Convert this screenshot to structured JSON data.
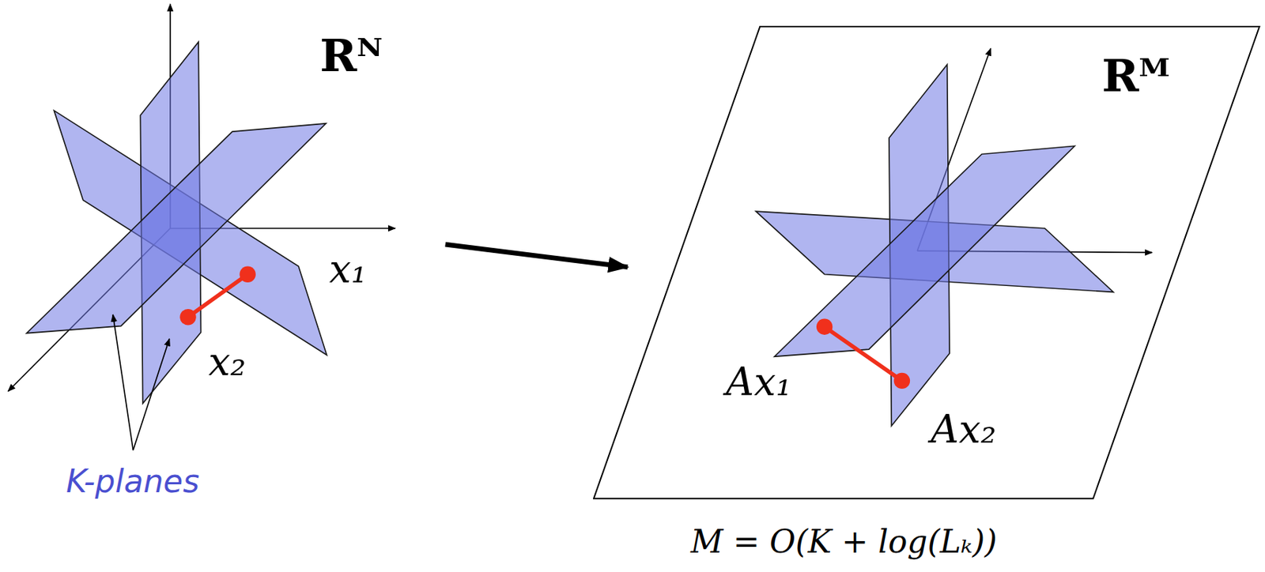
{
  "diagram": {
    "caption": "M = O(K + log(Lₖ))",
    "nodes": [
      {
        "text": [
          "Rᴹ",
          "Ax₁",
          "Ax₂"
        ]
      }
    ],
    "labels": [
      "Rᴺ",
      "x₁",
      "x₂",
      "K-planes"
    ]
  }
}
